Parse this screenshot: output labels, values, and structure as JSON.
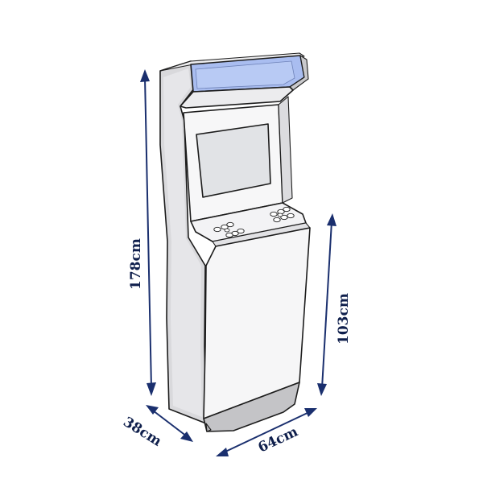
{
  "dimensions": {
    "height": "178cm",
    "control_height": "103cm",
    "depth": "38cm",
    "width": "64cm"
  },
  "colors": {
    "marquee": "#a9bdf0",
    "screen": "#e1e3e6",
    "body": "#f6f6f7",
    "side": "#d9d9dc",
    "shadow": "#c4c4c7",
    "dimension": "#1a2f6e"
  },
  "controls": {
    "buttons_per_side": 6
  }
}
